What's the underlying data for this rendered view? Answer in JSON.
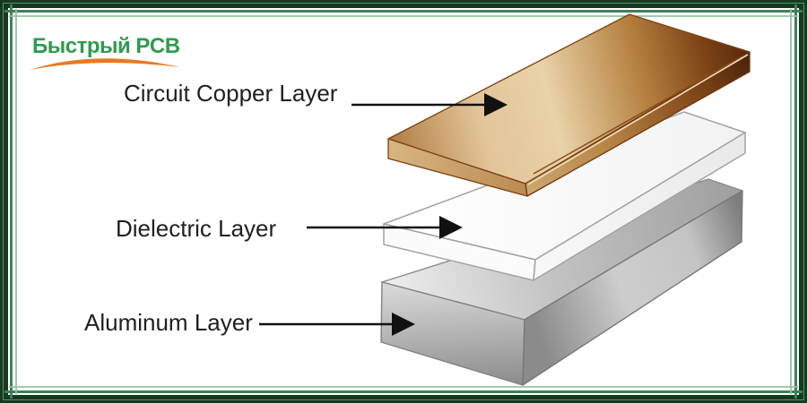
{
  "logo": {
    "text": "Быстрый PCB"
  },
  "layers": [
    {
      "id": "copper",
      "label": "Circuit Copper Layer"
    },
    {
      "id": "dielectric",
      "label": "Dielectric Layer"
    },
    {
      "id": "aluminum",
      "label": "Aluminum Layer"
    }
  ],
  "colors": {
    "frame_dark_green": "#16391f",
    "frame_mid_green": "#3e8156",
    "frame_light_green": "#94c0a3",
    "logo_green": "#2e9b4e",
    "swoosh_orange": "#e87a22",
    "copper_light": "#e9d2a8",
    "copper_dark": "#57280b",
    "dielectric_white": "#ffffff",
    "dielectric_outline": "#a3a3a3",
    "aluminum_light": "#ededed",
    "aluminum_dark": "#8f8f8f",
    "arrow_black": "#111111",
    "label_text": "#1f1f1f"
  }
}
